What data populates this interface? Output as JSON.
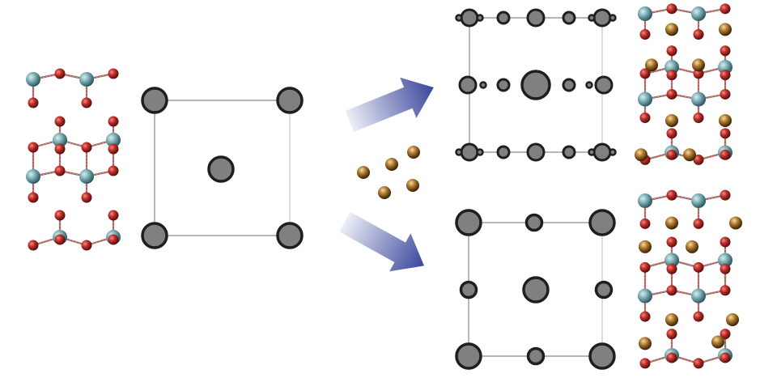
{
  "colors": {
    "titanium": "#6fa3ab",
    "oxygen": "#c0302b",
    "intercalant": "#b07a30",
    "lattice_site_fill": "#808080",
    "lattice_site_stroke": "#1e1e1e",
    "cell_edge": "#8a8a8a",
    "arrow_start": "#e8e9f4",
    "arrow_end": "#39469a"
  },
  "panels": [
    {
      "id": "host-structure",
      "description_icon": "layered-oxide-structure"
    },
    {
      "id": "host-lattice-projection",
      "description_icon": "centered-rectangular-cell"
    },
    {
      "id": "intercalant-atoms",
      "description_icon": "guest-atom-cluster"
    },
    {
      "id": "product-lattice-top",
      "description_icon": "superstructure-cell"
    },
    {
      "id": "product-structure-top",
      "description_icon": "intercalated-structure"
    },
    {
      "id": "product-lattice-bottom",
      "description_icon": "superstructure-cell"
    },
    {
      "id": "product-structure-bottom",
      "description_icon": "intercalated-structure"
    }
  ],
  "arrows": [
    {
      "id": "arrow-upper",
      "direction": "up-right"
    },
    {
      "id": "arrow-lower",
      "direction": "down-right"
    }
  ]
}
